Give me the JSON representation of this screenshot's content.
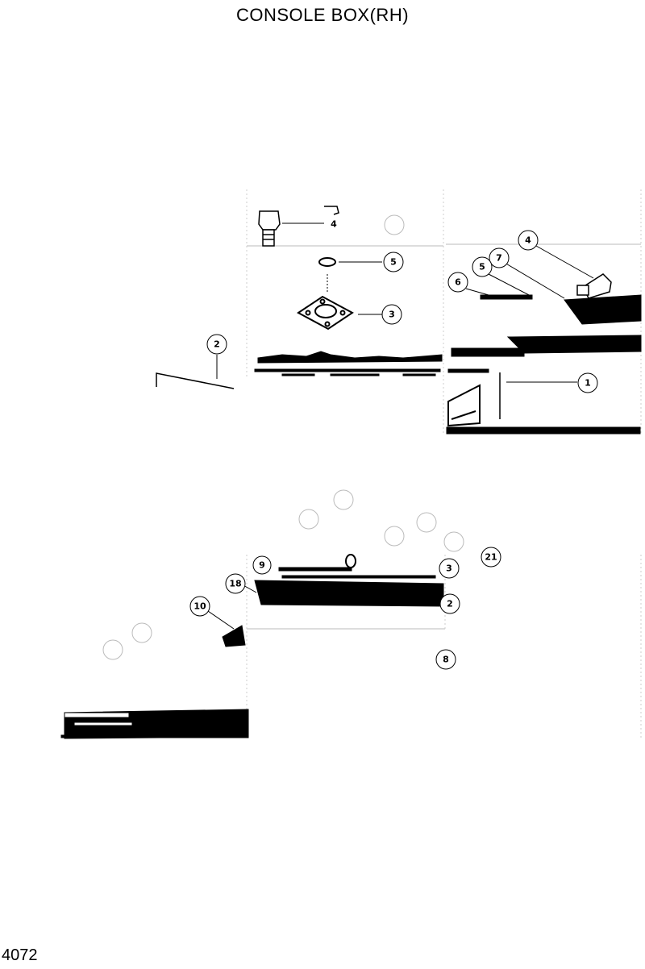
{
  "title": "CONSOLE BOX(RH)",
  "page_number": "4072",
  "callouts": {
    "upper": {
      "c4_label": "4",
      "c5_label": "5",
      "c3_label": "3",
      "c2_label": "2",
      "r4_label": "4",
      "r7_label": "7",
      "r5_label": "5",
      "r6_label": "6",
      "r1_label": "1"
    },
    "lower": {
      "c21_label": "21",
      "c3_label": "3",
      "c2_label": "2",
      "c18_label": "18",
      "c10_label": "10",
      "c8_label": "8",
      "c9_label": "9"
    }
  }
}
